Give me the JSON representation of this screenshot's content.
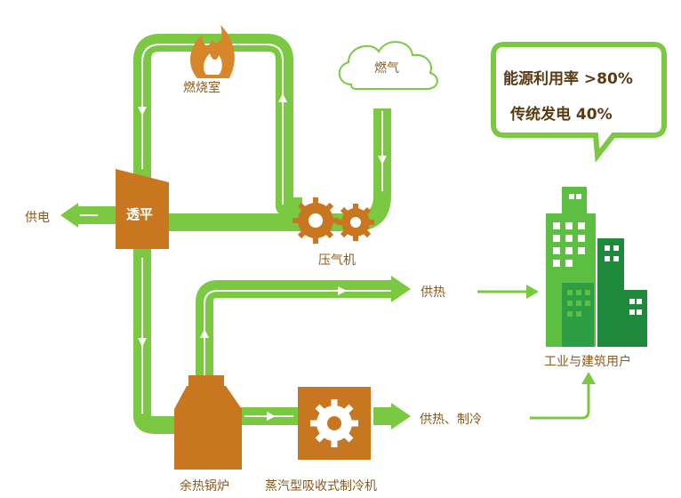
{
  "labels": {
    "combustion_chamber": "燃烧室",
    "gas": "燃气",
    "turbine": "透平",
    "power_supply": "供电",
    "compressor": "压气机",
    "heat_supply": "供热",
    "heat_cooling_supply": "供热、制冷",
    "waste_heat_boiler": "余热锅炉",
    "absorption_chiller": "蒸汽型吸收式制冷机",
    "users": "工业与建筑用户"
  },
  "stats": {
    "energy_utilization": "能源利用率 >80%",
    "traditional_power": "传统发电 40%"
  },
  "colors": {
    "pipe": "#7bc942",
    "pipe_light": "#a8dc7a",
    "equipment": "#c87620",
    "flame": "#d8862a",
    "building_dark": "#1f8a3c",
    "building_light": "#5cbf42"
  },
  "icons": [
    "flame-icon",
    "cloud-icon",
    "gear-icon",
    "building-icon"
  ]
}
